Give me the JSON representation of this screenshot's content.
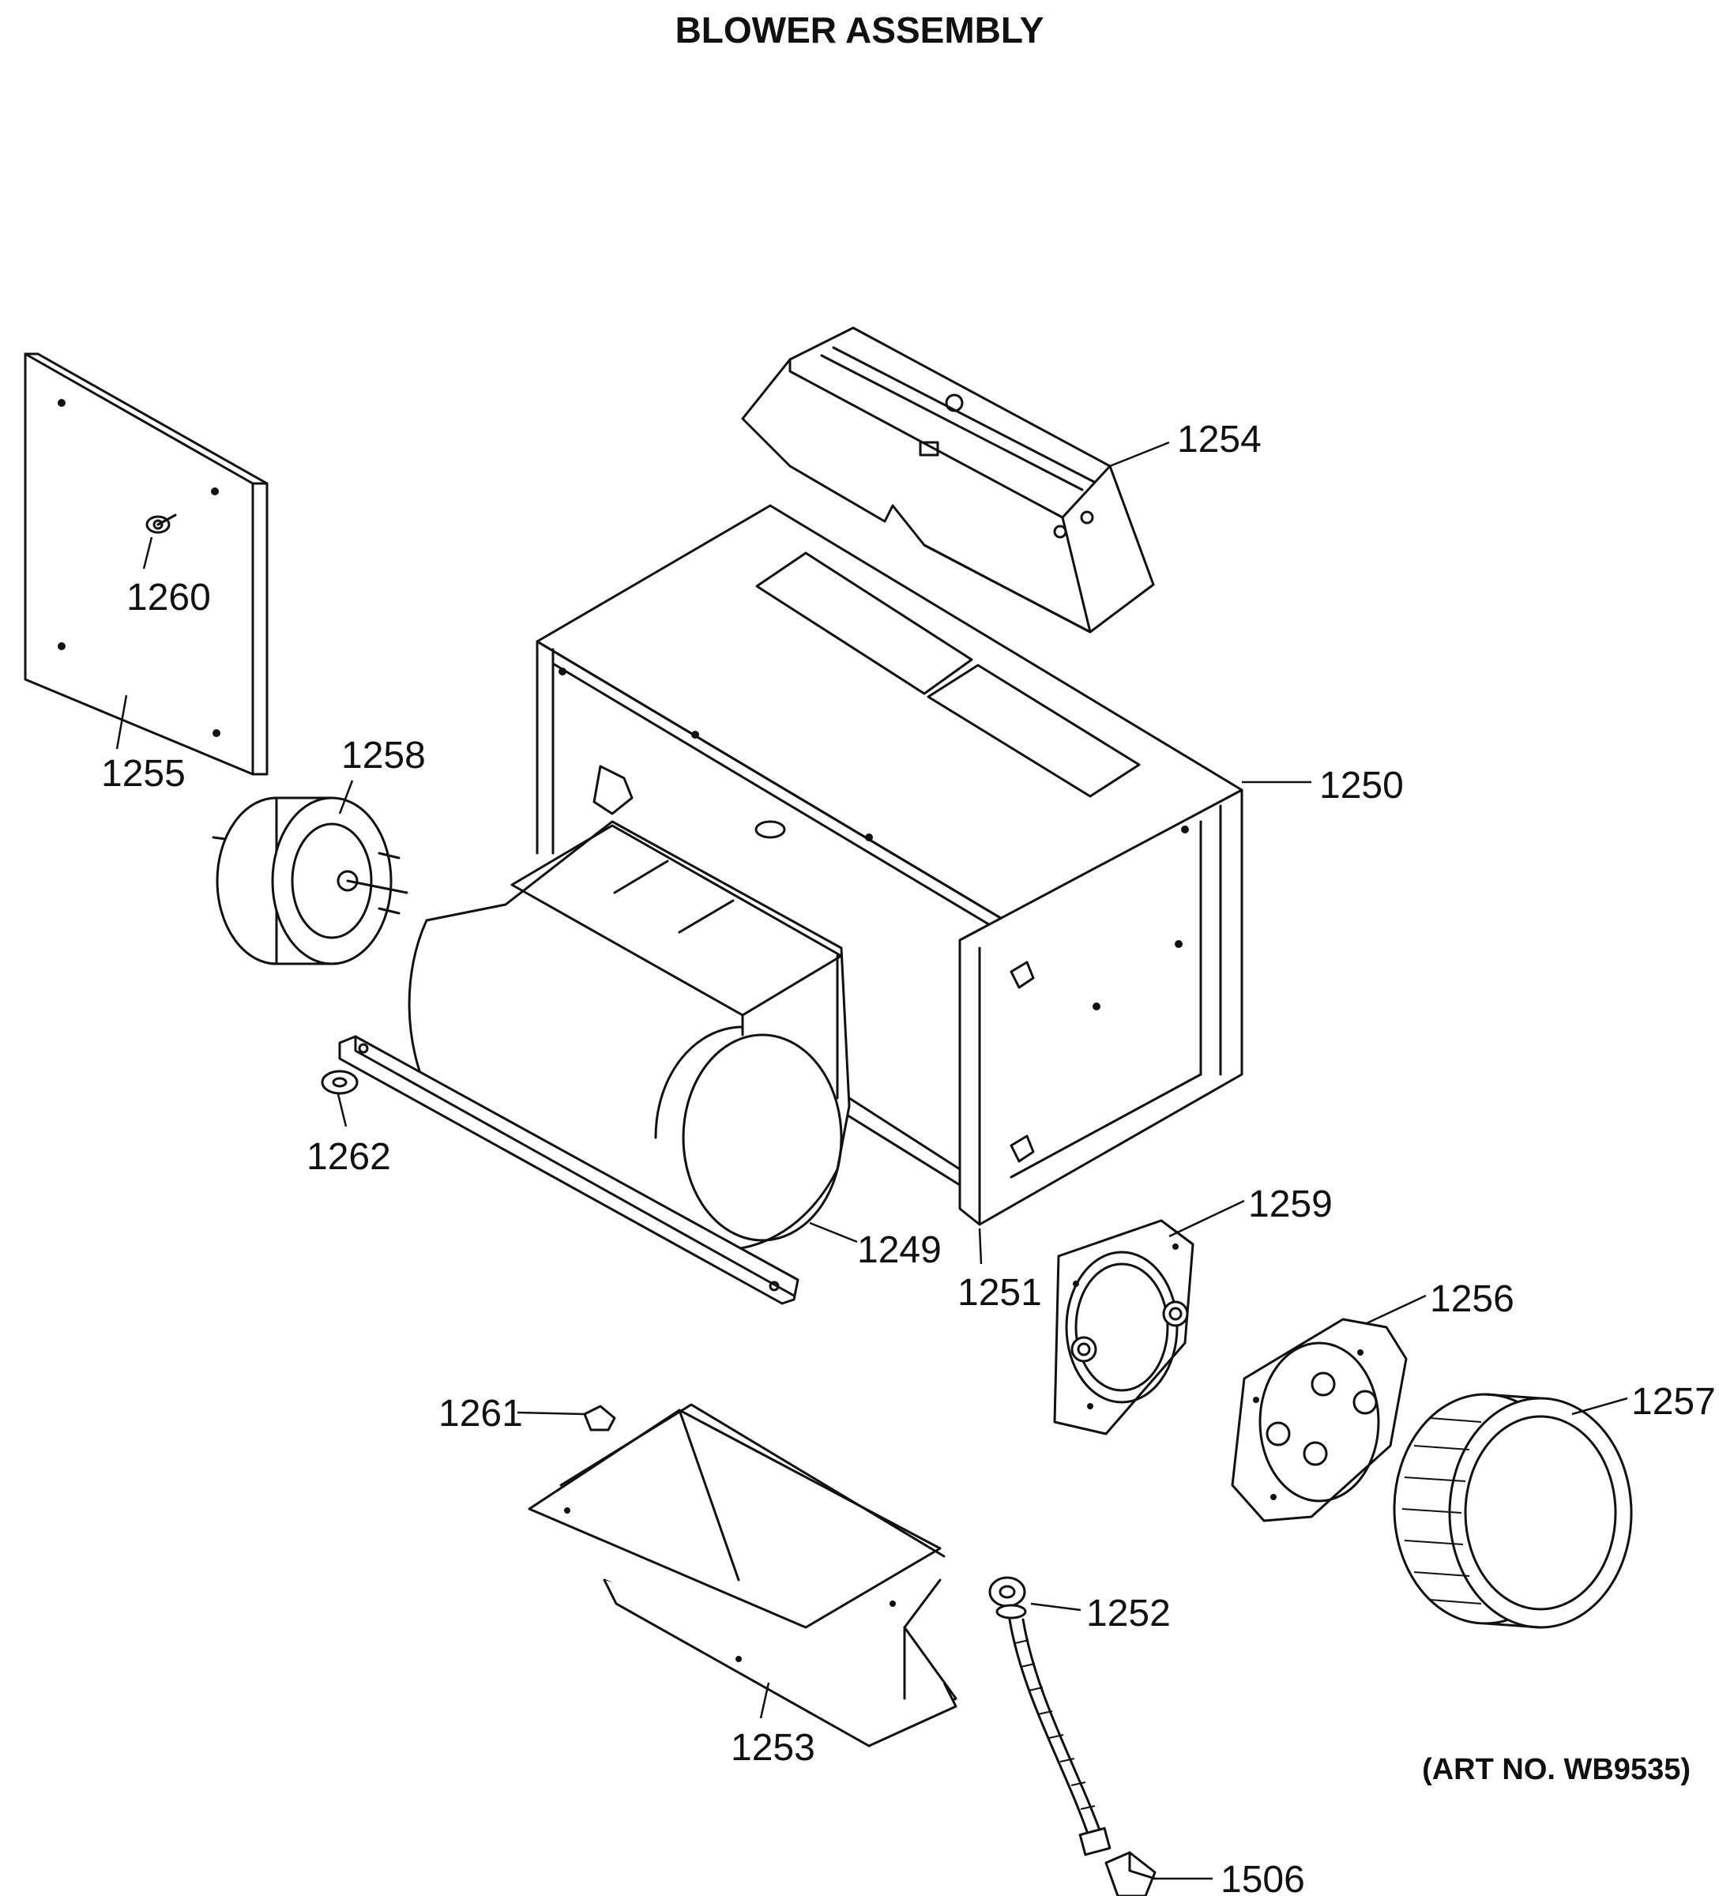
{
  "title": "BLOWER ASSEMBLY",
  "art_number": "(ART NO. WB9535)",
  "callouts": [
    {
      "id": "1249"
    },
    {
      "id": "1250"
    },
    {
      "id": "1251"
    },
    {
      "id": "1252"
    },
    {
      "id": "1253"
    },
    {
      "id": "1254"
    },
    {
      "id": "1255"
    },
    {
      "id": "1256"
    },
    {
      "id": "1257"
    },
    {
      "id": "1258"
    },
    {
      "id": "1259"
    },
    {
      "id": "1260"
    },
    {
      "id": "1261"
    },
    {
      "id": "1262"
    },
    {
      "id": "1506"
    }
  ]
}
